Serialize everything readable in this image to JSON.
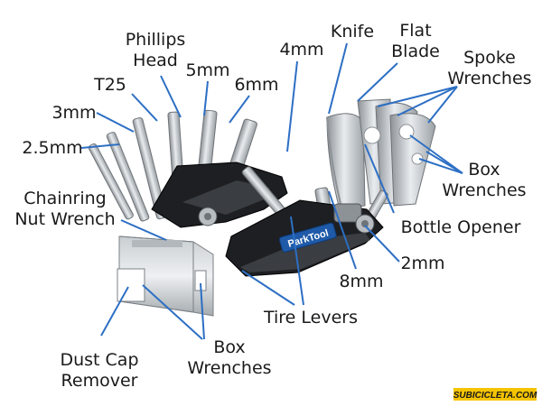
{
  "diagram": {
    "labels": {
      "phillips": [
        "Phillips",
        "Head"
      ],
      "t25": "T25",
      "mm5": "5mm",
      "mm6": "6mm",
      "mm3": "3mm",
      "mm25": "2.5mm",
      "mm4": "4mm",
      "knife": "Knife",
      "flat": [
        "Flat",
        "Blade"
      ],
      "spoke": [
        "Spoke",
        "Wrenches"
      ],
      "box_right": [
        "Box",
        "Wrenches"
      ],
      "chainring": [
        "Chainring",
        "Nut Wrench"
      ],
      "bottle": "Bottle Opener",
      "mm2": "2mm",
      "mm8": "8mm",
      "tire": "Tire Levers",
      "dustcap": [
        "Dust Cap",
        "Remover"
      ],
      "box_bottom": [
        "Box",
        "Wrenches"
      ]
    },
    "brand_badge": "ParkTool",
    "watermark": "SUBICICLETA.COM",
    "colors": {
      "leader": "#2d6fc4",
      "badge": "#1e5aa8",
      "watermark_bg": "#f5c400"
    }
  }
}
